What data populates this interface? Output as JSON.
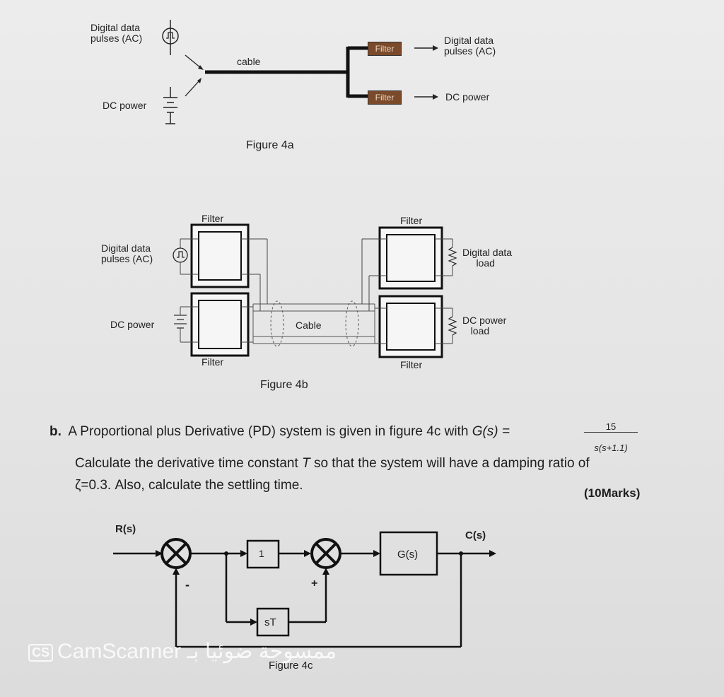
{
  "fig4a": {
    "ac_source": "Digital data\npulses (AC)",
    "dc_source": "DC power",
    "cable": "cable",
    "filter": "Filter",
    "ac_output": "Digital data\npulses (AC)",
    "dc_output": "DC power",
    "caption": "Figure 4a"
  },
  "fig4b": {
    "filter": "Filter",
    "ac_source": "Digital data\npulses (AC)",
    "dc_source": "DC power",
    "cable": "Cable",
    "ac_load": "Digital data\n     load",
    "dc_load": "DC power\n   load",
    "caption": "Figure 4b"
  },
  "question": {
    "label": "b.",
    "line1": "A Proportional plus Derivative (PD) system is given in figure 4c with",
    "g_lhs": "G(s) =",
    "g_num": "15",
    "g_den": "s(s+1.1)",
    "line2a": "Calculate the derivative time constant ",
    "line2_var": "T",
    "line2b": "  so that the system will have a damping ratio of",
    "line3": "ζ=0.3. Also, calculate the settling time.",
    "marks": "(10Marks)"
  },
  "fig4c": {
    "input": "R(s)",
    "output": "C(s)",
    "block1": "1",
    "plant": "G(s)",
    "derivative": "sT",
    "minus": "-",
    "plus": "+",
    "caption": "Figure 4c"
  },
  "watermark": {
    "badge": "CS",
    "text": "CamScanner ممسوحة ضوئيا بـ"
  }
}
